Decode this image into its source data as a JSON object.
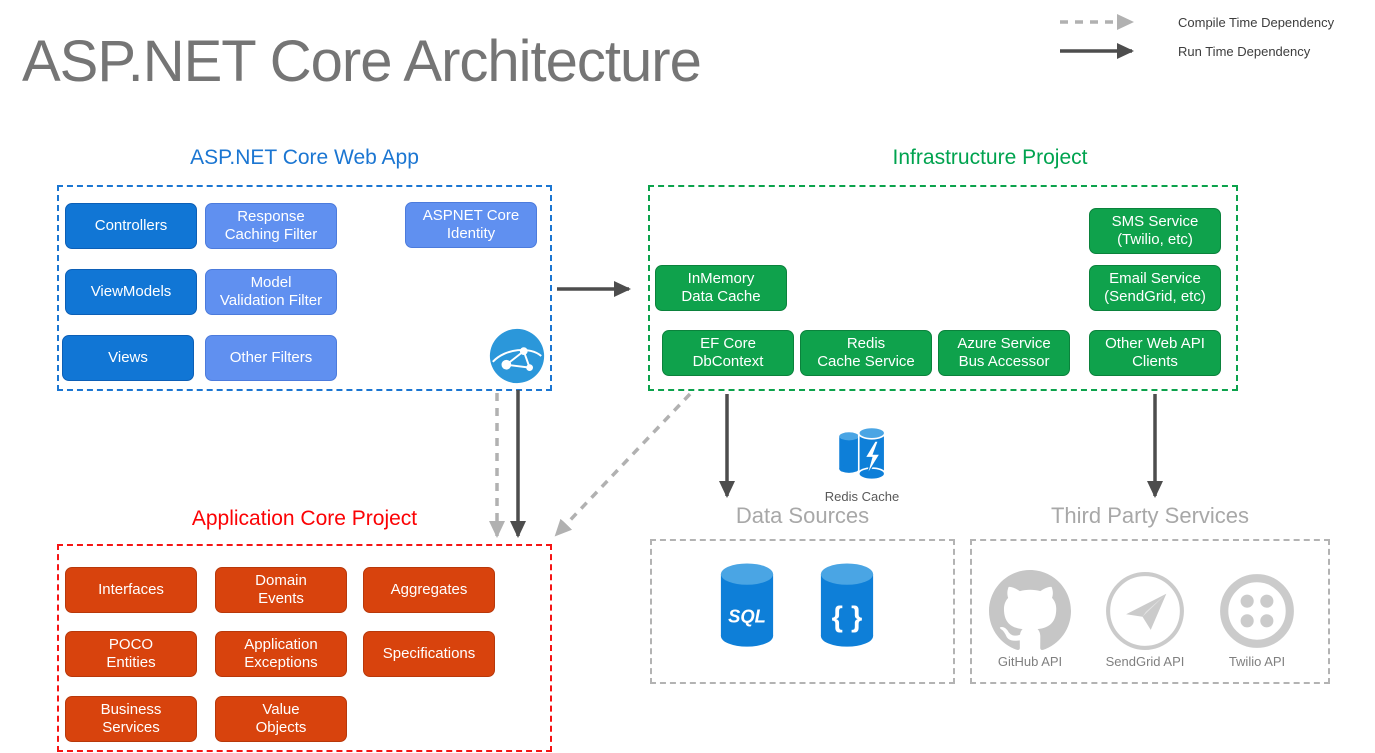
{
  "title": "ASP.NET Core Architecture",
  "legend": {
    "compile_time": "Compile Time Dependency",
    "run_time": "Run Time Dependency"
  },
  "colors": {
    "web_app_accent": "#1b76d2",
    "web_app_box_dark": "#1176d5",
    "web_app_box_light": "#6090f0",
    "infrastructure_accent": "#0ca24c",
    "app_core_accent": "#f51414",
    "app_core_box": "#d8430d",
    "neutral_gray": "#a8a8a8",
    "arrow_solid": "#4d4d4d",
    "arrow_dashed": "#b1b1b1",
    "icon_blue": "#0e7fd8",
    "icon_gray": "#c6c6c6"
  },
  "web_app": {
    "title": "ASP.NET Core Web App",
    "boxes": [
      {
        "label": "Controllers"
      },
      {
        "label": "Response\nCaching Filter"
      },
      {
        "label": "ASPNET Core\nIdentity"
      },
      {
        "label": "ViewModels"
      },
      {
        "label": "Model\nValidation Filter"
      },
      {
        "label": "Views"
      },
      {
        "label": "Other Filters"
      }
    ]
  },
  "infrastructure": {
    "title": "Infrastructure Project",
    "boxes": [
      {
        "label": "SMS Service\n(Twilio, etc)"
      },
      {
        "label": "InMemory\nData Cache"
      },
      {
        "label": "Email Service\n(SendGrid, etc)"
      },
      {
        "label": "EF Core\nDbContext"
      },
      {
        "label": "Redis\nCache Service"
      },
      {
        "label": "Azure Service\nBus Accessor"
      },
      {
        "label": "Other Web API\nClients"
      }
    ]
  },
  "app_core": {
    "title": "Application Core Project",
    "boxes": [
      {
        "label": "Interfaces"
      },
      {
        "label": "Domain\nEvents"
      },
      {
        "label": "Aggregates"
      },
      {
        "label": "POCO\nEntities"
      },
      {
        "label": "Application\nExceptions"
      },
      {
        "label": "Specifications"
      },
      {
        "label": "Business\nServices"
      },
      {
        "label": "Value\nObjects"
      }
    ]
  },
  "data_sources": {
    "title": "Data Sources",
    "sql_label": "SQL",
    "nosql_label": "{ }"
  },
  "redis": {
    "label": "Redis Cache"
  },
  "third_party": {
    "title": "Third Party Services",
    "items": [
      {
        "label": "GitHub API"
      },
      {
        "label": "SendGrid API"
      },
      {
        "label": "Twilio API"
      }
    ]
  },
  "icons": {
    "web_globe": "network-globe",
    "sql": "sql-database-cylinder",
    "nosql": "nosql-database-cylinder",
    "redis": "redis-cache-cylinders",
    "github": "github-octocat",
    "sendgrid": "sendgrid-plane",
    "twilio": "twilio-dots"
  }
}
